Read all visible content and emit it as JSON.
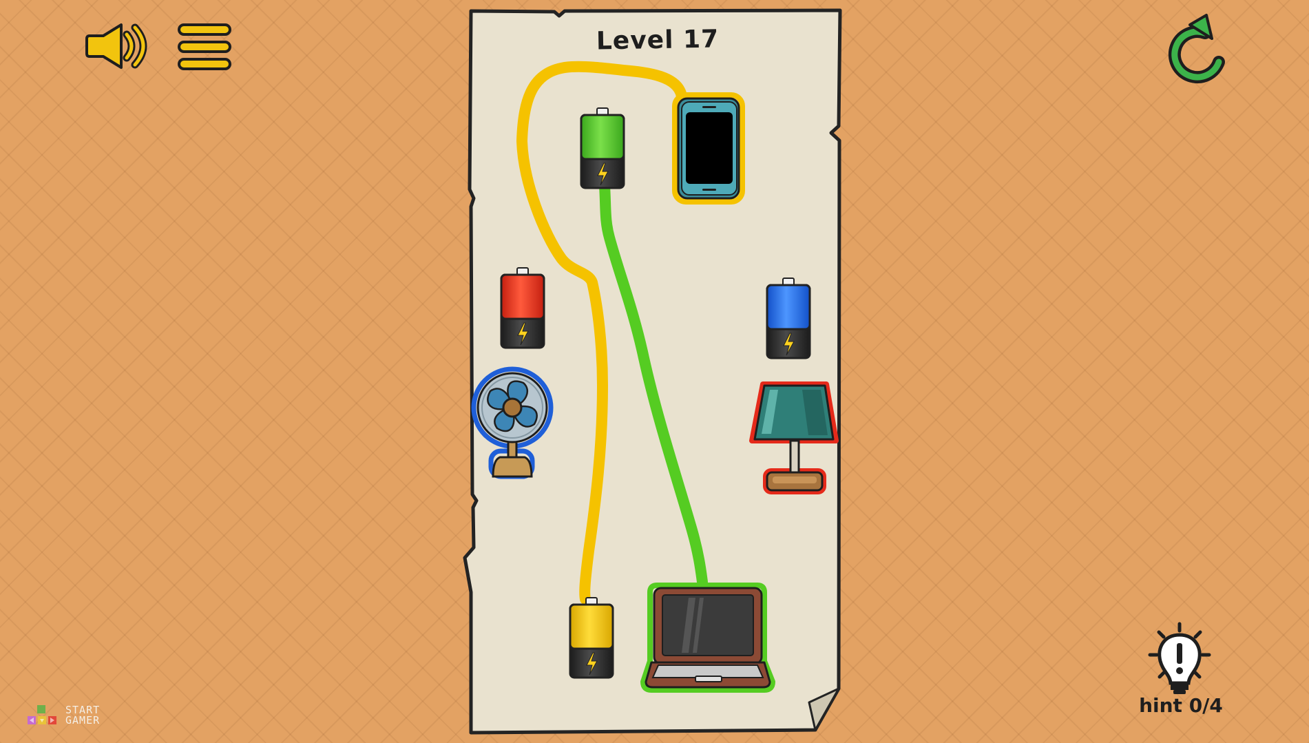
{
  "level": {
    "title": "Level 17"
  },
  "hud": {
    "sound_icon": "speaker-on-icon",
    "menu_icon": "hamburger-menu-icon",
    "restart_icon": "restart-arrow-icon"
  },
  "hint": {
    "label": "hint 0/4",
    "icon": "lightbulb-exclamation-icon"
  },
  "brand": {
    "text": "START GAMER"
  },
  "colors": {
    "background": "#e3a263",
    "paper": "#e9e2cf",
    "yellow_wire": "#f5c200",
    "green_wire": "#55cc22",
    "battery_green": "#4fc82a",
    "battery_red": "#e7301c",
    "battery_blue": "#1e6fe8",
    "battery_yellow": "#f4c40e",
    "restart_green": "#3cb34a"
  },
  "batteries": [
    {
      "name": "green-battery",
      "color": "green"
    },
    {
      "name": "red-battery",
      "color": "red"
    },
    {
      "name": "blue-battery",
      "color": "blue"
    },
    {
      "name": "yellow-battery",
      "color": "yellow"
    }
  ],
  "devices": [
    {
      "name": "smartphone",
      "outline": "yellow"
    },
    {
      "name": "desk-fan",
      "outline": "blue"
    },
    {
      "name": "table-lamp",
      "outline": "red"
    },
    {
      "name": "laptop",
      "outline": "green"
    }
  ],
  "wires": [
    {
      "from": "yellow-battery",
      "to": "smartphone",
      "color": "yellow"
    },
    {
      "from": "green-battery",
      "to": "laptop",
      "color": "green"
    }
  ]
}
